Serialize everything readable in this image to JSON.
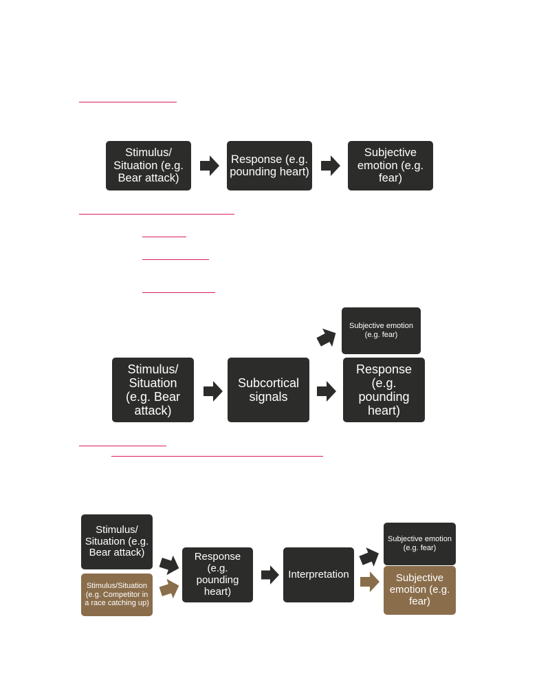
{
  "colors": {
    "box_dark": "#2c2d2b",
    "box_brown": "#8a6d4b",
    "arrow_dark": "#2c2d2b",
    "arrow_brown": "#8a6d4b",
    "underline": "#d81b60"
  },
  "diagram1": {
    "stimulus": "Stimulus/ Situation (e.g. Bear attack)",
    "response": "Response (e.g. pounding heart)",
    "emotion": "Subjective emotion (e.g. fear)"
  },
  "diagram2": {
    "emotion_small": "Subjective emotion (e.g. fear)",
    "stimulus": "Stimulus/ Situation (e.g. Bear attack)",
    "subcortical": "Subcortical signals",
    "response": "Response (e.g. pounding heart)"
  },
  "diagram3": {
    "stimulus_dark": "Stimulus/ Situation (e.g. Bear attack)",
    "stimulus_brown": "Stimulus/Situation (e.g. Competitor in a race catching up)",
    "response": "Response (e.g. pounding heart)",
    "interpretation": "Interpretation",
    "emotion_dark": "Subjective emotion (e.g. fear)",
    "emotion_brown": "Subjective emotion (e.g. fear)"
  }
}
